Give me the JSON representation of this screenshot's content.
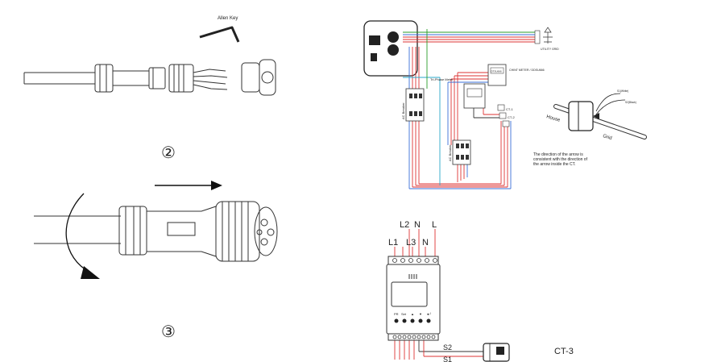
{
  "assembly": {
    "tool_label": "Allen Key",
    "step_2": "②",
    "step_3": "③"
  },
  "wiring": {
    "meter_label": "Tri-Phase Meter",
    "meter_box_text": "DTSU666",
    "meter_label_2": "CHINT METER / DDSU666",
    "breaker_label_1": "AC Breaker",
    "breaker_label_2": "AC Breaker",
    "grid_label": "UTILITY GRID",
    "ct_label_1": "CT-1",
    "ct_label_2": "CT-2",
    "ct_label_3": "CT-3",
    "house_label": "House",
    "grid_side_label": "Grid",
    "s1_small": "S1(White)",
    "s2_small": "S2(Black)",
    "note": "The direction of the arrow is consistent with the direction of the arrow inside the CT."
  },
  "meter_detail": {
    "top_labels_row1": [
      "L2",
      "N",
      "L"
    ],
    "top_labels_row2": [
      "L1",
      "L3",
      "N"
    ],
    "buttons": [
      "PR",
      "Set",
      "▲",
      "▼",
      "◄┘"
    ],
    "s2": "S2",
    "s1": "S1",
    "ct_caption": "CT-3"
  }
}
